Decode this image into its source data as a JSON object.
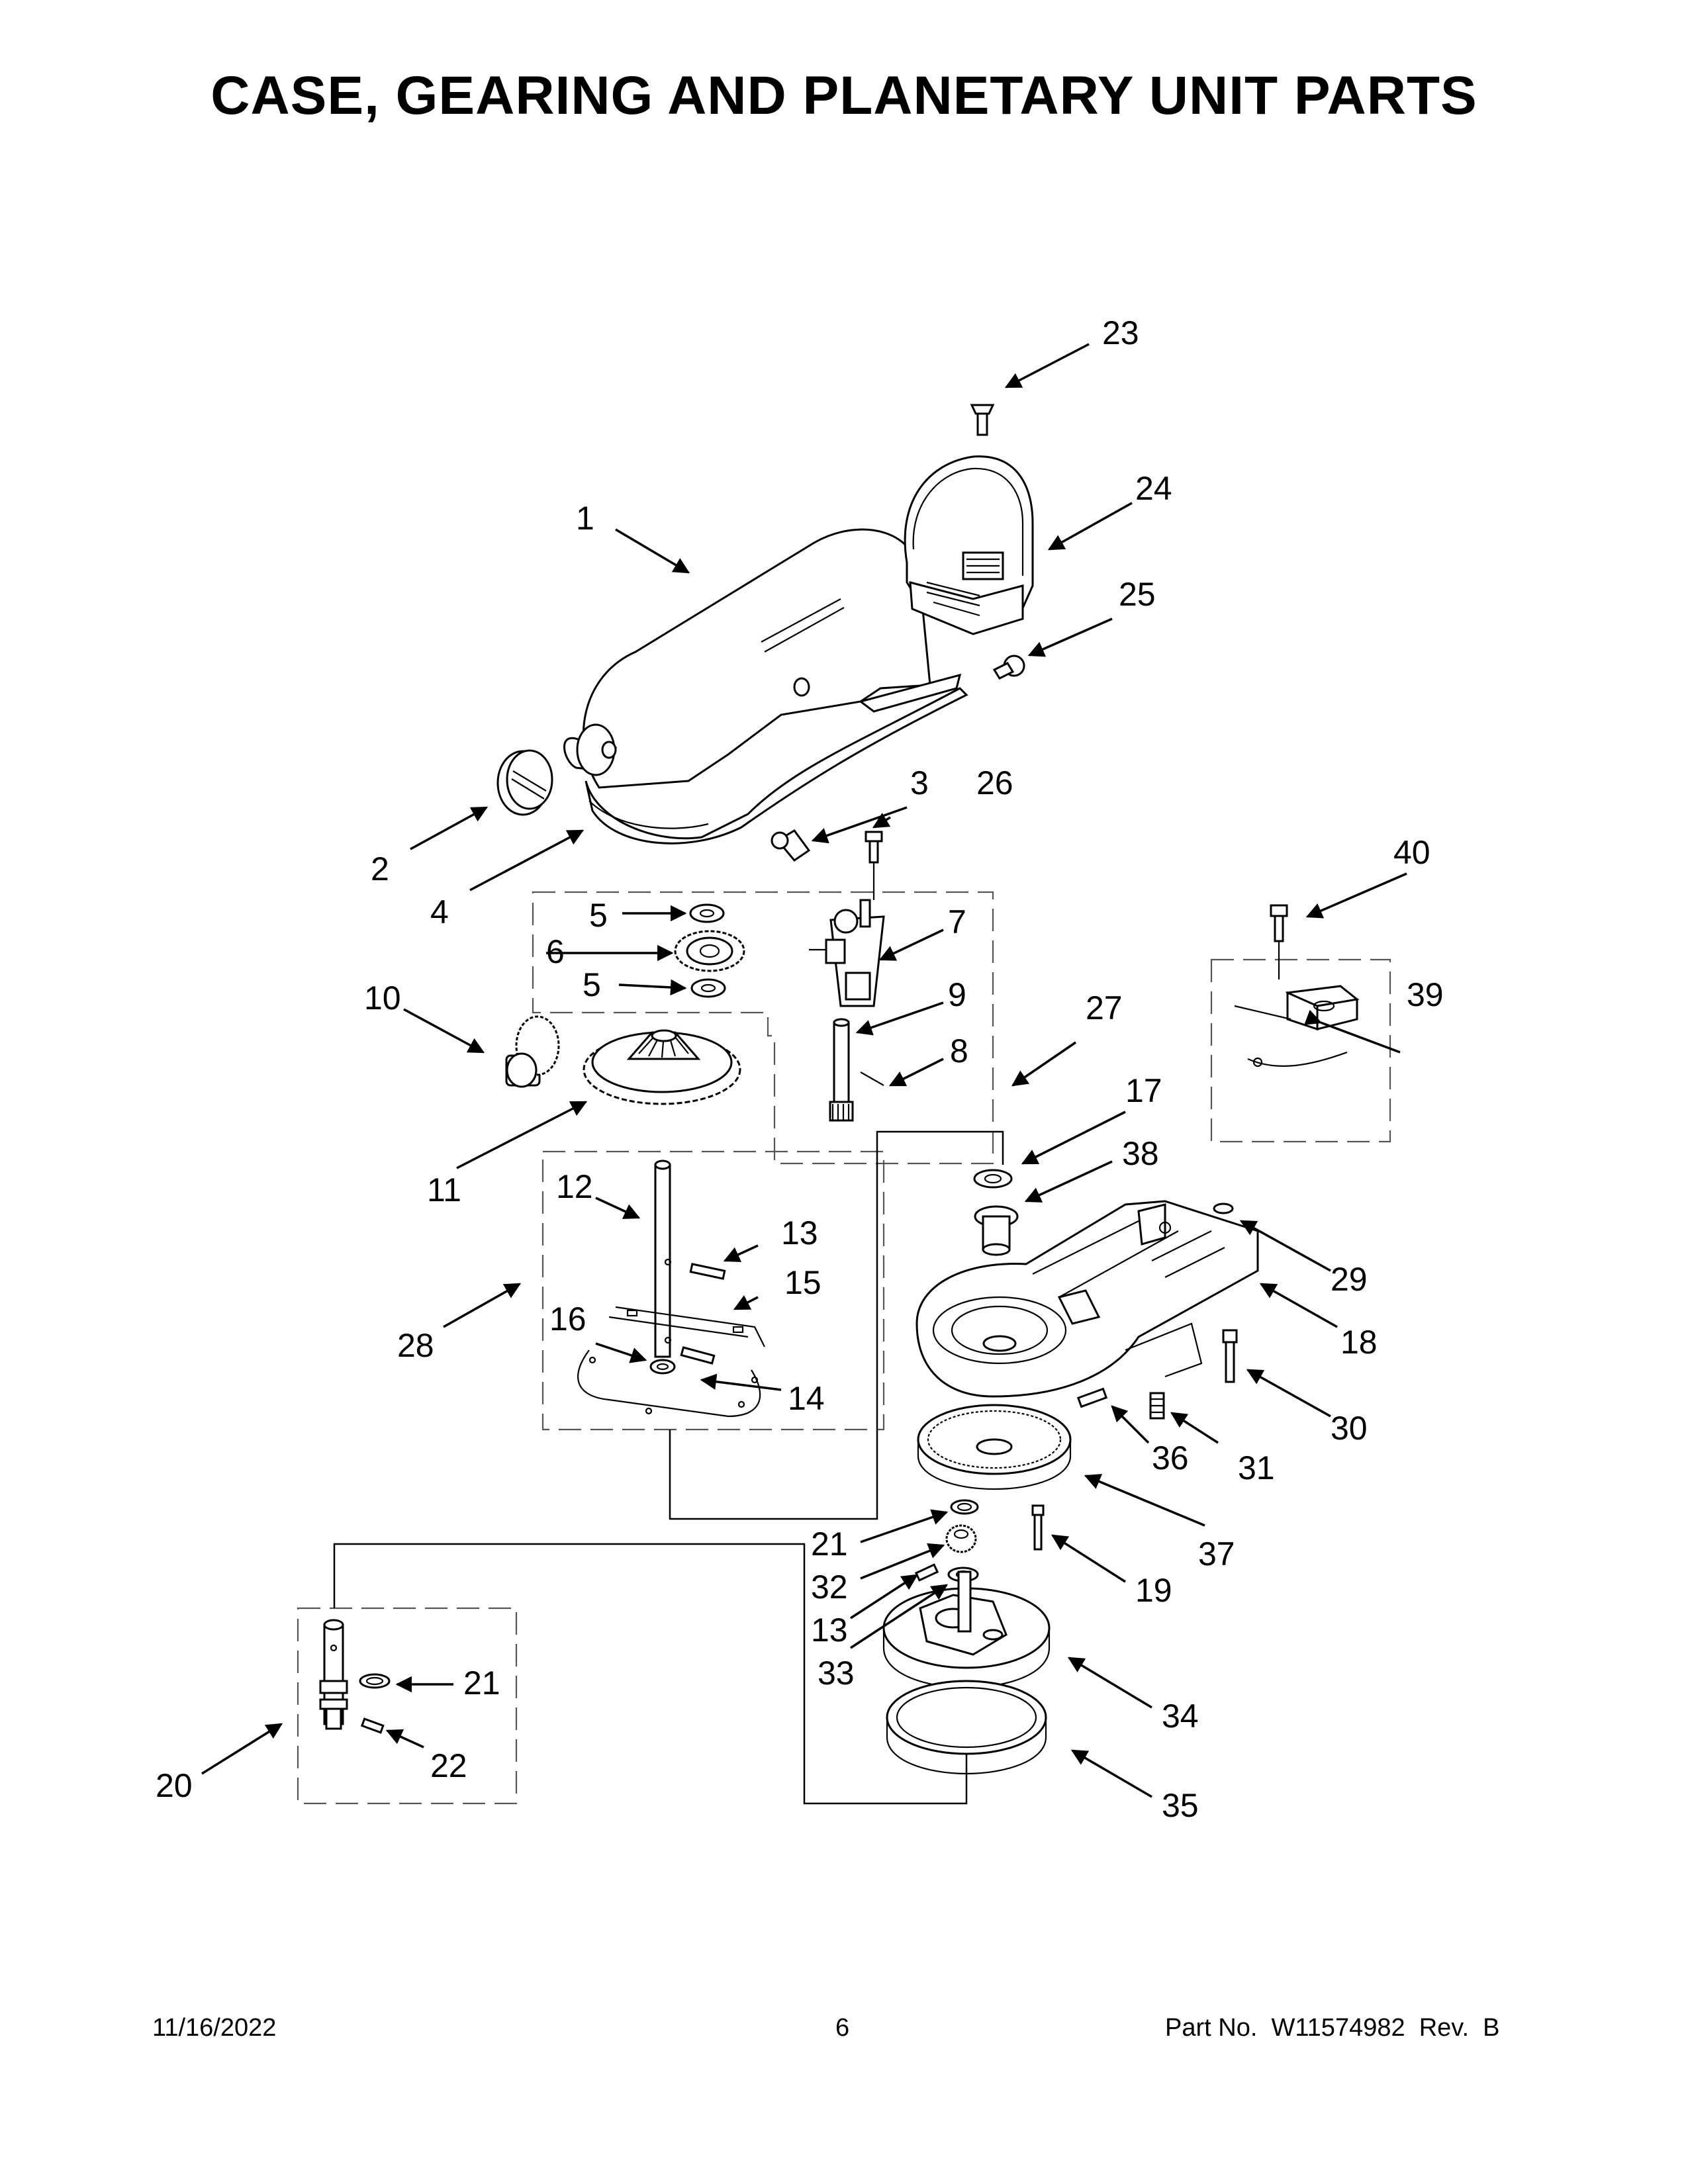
{
  "title": "CASE, GEARING AND PLANETARY UNIT PARTS",
  "footer": {
    "date": "11/16/2022",
    "page": "6",
    "part_no": "Part No.  W11574982  Rev.  B"
  },
  "callouts": [
    "1",
    "2",
    "3",
    "4",
    "5",
    "5",
    "6",
    "7",
    "8",
    "9",
    "10",
    "11",
    "12",
    "13",
    "13",
    "14",
    "15",
    "16",
    "17",
    "18",
    "19",
    "20",
    "21",
    "21",
    "22",
    "23",
    "24",
    "25",
    "26",
    "27",
    "28",
    "29",
    "30",
    "31",
    "32",
    "33",
    "34",
    "35",
    "36",
    "37",
    "38",
    "39",
    "40"
  ]
}
